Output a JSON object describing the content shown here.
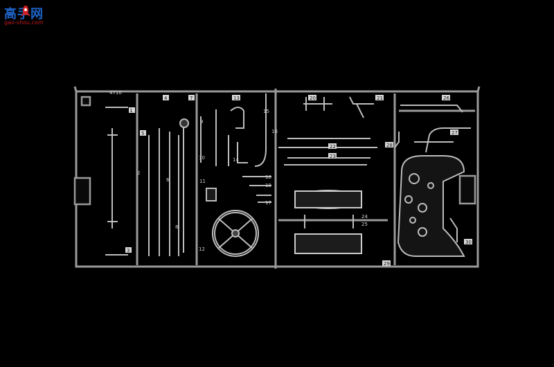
{
  "watermark": {
    "brand": "高手网",
    "url": "gao-shou.com",
    "brand_color": "#1e63c8",
    "url_color": "#c21a1a"
  },
  "sprue": {
    "frame_color": "#9a9a9a",
    "code": "4710",
    "part_numbers": [
      "1",
      "2",
      "3",
      "4",
      "5",
      "6",
      "7",
      "8",
      "9",
      "10",
      "11",
      "12",
      "13",
      "14",
      "15",
      "16",
      "17",
      "18",
      "19",
      "20",
      "21",
      "22",
      "23",
      "24",
      "25",
      "26",
      "27",
      "28",
      "29",
      "30"
    ]
  },
  "background_color": "#000000"
}
